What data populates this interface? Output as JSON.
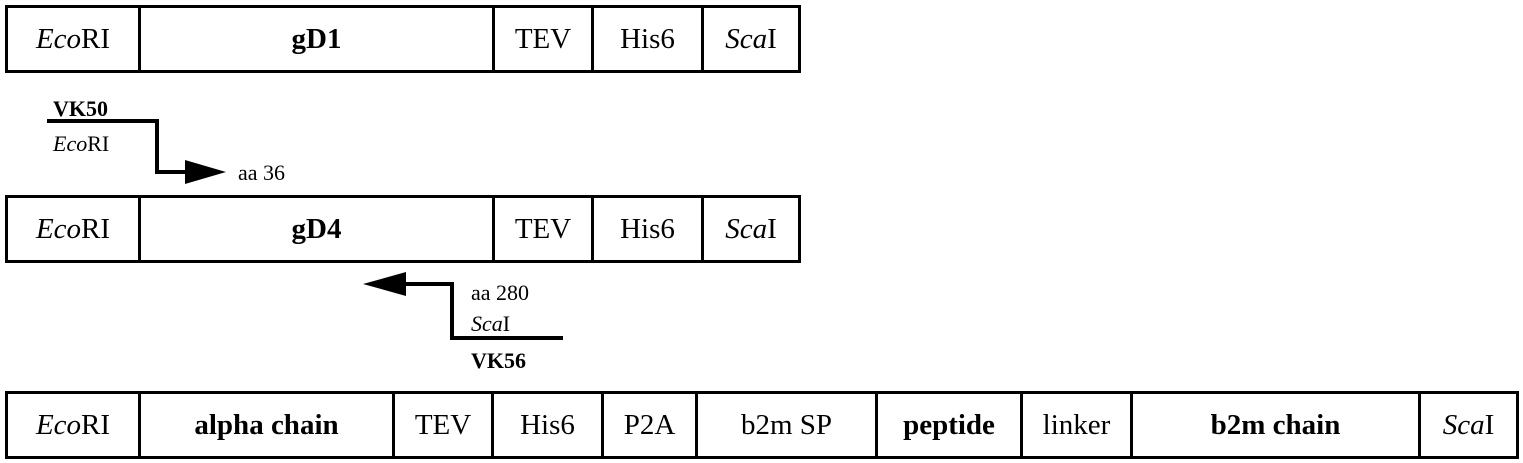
{
  "constructs": [
    {
      "id": "gD1",
      "segments": [
        {
          "name": "ecori",
          "italic": "Eco",
          "text": "RI",
          "bold": false,
          "w": 133
        },
        {
          "name": "gd1",
          "italic": "",
          "text": "gD1",
          "bold": true,
          "w": 354
        },
        {
          "name": "tev",
          "italic": "",
          "text": "TEV",
          "bold": false,
          "w": 99
        },
        {
          "name": "his6",
          "italic": "",
          "text": "His6",
          "bold": false,
          "w": 110
        },
        {
          "name": "scai",
          "italic": "Sca",
          "text": "I",
          "bold": false,
          "w": 94
        }
      ]
    },
    {
      "id": "gD4",
      "segments": [
        {
          "name": "ecori",
          "italic": "Eco",
          "text": "RI",
          "bold": false,
          "w": 133
        },
        {
          "name": "gd4",
          "italic": "",
          "text": "gD4",
          "bold": true,
          "w": 354
        },
        {
          "name": "tev",
          "italic": "",
          "text": "TEV",
          "bold": false,
          "w": 99
        },
        {
          "name": "his6",
          "italic": "",
          "text": "His6",
          "bold": false,
          "w": 110
        },
        {
          "name": "scai",
          "italic": "Sca",
          "text": "I",
          "bold": false,
          "w": 94
        }
      ]
    },
    {
      "id": "sct",
      "segments": [
        {
          "name": "ecori",
          "italic": "Eco",
          "text": "RI",
          "bold": false,
          "w": 133
        },
        {
          "name": "alpha-chain",
          "italic": "",
          "text": "alpha chain",
          "bold": true,
          "w": 254
        },
        {
          "name": "tev",
          "italic": "",
          "text": "TEV",
          "bold": false,
          "w": 99
        },
        {
          "name": "his6",
          "italic": "",
          "text": "His6",
          "bold": false,
          "w": 110
        },
        {
          "name": "p2a",
          "italic": "",
          "text": "P2A",
          "bold": false,
          "w": 94
        },
        {
          "name": "b2m-sp",
          "italic": "",
          "text": "b2m SP",
          "bold": false,
          "w": 180
        },
        {
          "name": "peptide",
          "italic": "",
          "text": "peptide",
          "bold": true,
          "w": 145
        },
        {
          "name": "linker",
          "italic": "",
          "text": "linker",
          "bold": false,
          "w": 110
        },
        {
          "name": "b2m-chain",
          "italic": "",
          "text": "b2m chain",
          "bold": true,
          "w": 288
        },
        {
          "name": "scai",
          "italic": "Sca",
          "text": "I",
          "bold": false,
          "w": 95
        }
      ]
    }
  ],
  "primers": {
    "vk50": {
      "name": "VK50",
      "site_italic": "Eco",
      "site_rest": "RI",
      "position": "aa 36"
    },
    "vk56": {
      "name": "VK56",
      "site_italic": "Sca",
      "site_rest": "I",
      "position": "aa 280"
    }
  }
}
